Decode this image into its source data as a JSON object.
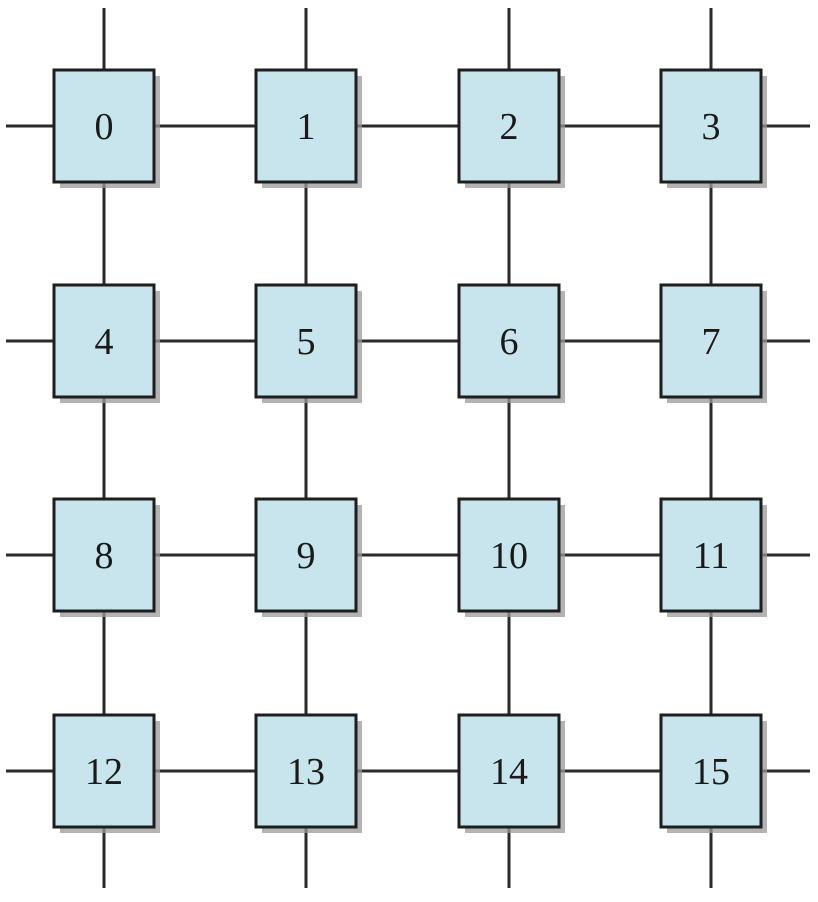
{
  "colors": {
    "node_fill": "#c8e4ec",
    "node_border": "#1e1e1e",
    "node_shadow": "#9a9a9a",
    "link": "#2a2a2a",
    "background": "#ffffff"
  },
  "mesh": {
    "rows": 4,
    "cols": 4,
    "wraparound_stubs": true,
    "nodes": [
      {
        "id": "0"
      },
      {
        "id": "1"
      },
      {
        "id": "2"
      },
      {
        "id": "3"
      },
      {
        "id": "4"
      },
      {
        "id": "5"
      },
      {
        "id": "6"
      },
      {
        "id": "7"
      },
      {
        "id": "8"
      },
      {
        "id": "9"
      },
      {
        "id": "10"
      },
      {
        "id": "11"
      },
      {
        "id": "12"
      },
      {
        "id": "13"
      },
      {
        "id": "14"
      },
      {
        "id": "15"
      }
    ]
  }
}
